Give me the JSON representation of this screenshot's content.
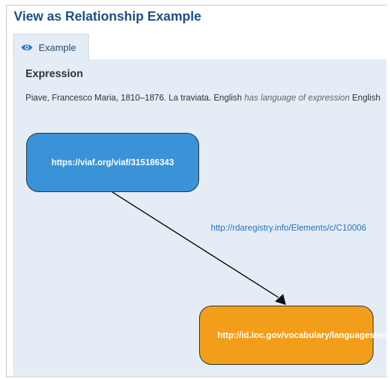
{
  "page": {
    "title": "View as Relationship Example"
  },
  "tabs": [
    {
      "label": "Example",
      "icon": "eye-icon",
      "active": true
    }
  ],
  "example": {
    "heading": "Expression",
    "statement": {
      "subject_text": "Piave, Francesco Maria, 1810–1876. La traviata. English",
      "predicate_text": "has language of expression",
      "object_text": "English"
    },
    "graph": {
      "subject_uri": "https://viaf.org/viaf/315186343",
      "predicate_uri": "http://rdaregistry.info/Elements/c/C10006",
      "object_uri": "http://id.loc.gov/vocabulary/languages/eng"
    }
  },
  "colors": {
    "title": "#1d4f83",
    "panel_background": "#e4ecf5",
    "subject_node": "#3a93d6",
    "object_node": "#f29e1b",
    "link": "#2a73b8",
    "arrow": "#111111"
  }
}
